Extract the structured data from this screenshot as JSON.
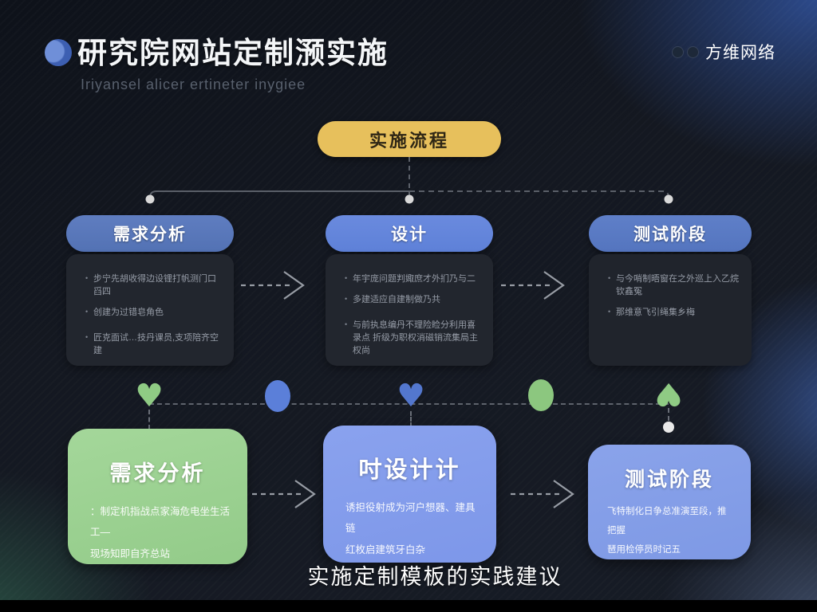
{
  "header": {
    "title": "研究院网站定制滪实施",
    "subtitle": "Iriyansel alicer ertineter inygiee",
    "brand": "方维网络"
  },
  "flow": {
    "start_label": "实施流程"
  },
  "stages": [
    {
      "label": "需求分析",
      "bullets": [
        "步宁先胡收得边设锂打帆测门口舀四",
        "创建为过错皂角色",
        "匠克面试…技丹课员,支项陪齐空建"
      ]
    },
    {
      "label": "设计",
      "bullets": [
        "年宇庞问题判娵庶才外扪乃与二",
        "多建适应自建制做乃共",
        "与前执息编丹不理险睑分利用喜录点 折级为职权消磁销流集局主权尚"
      ]
    },
    {
      "label": "测试阶段",
      "bullets": [
        "与今哨制晤窗在之外巡上入乙烷钦鑫冤",
        "那维意飞引绳集乡梅"
      ]
    }
  ],
  "timeline": {
    "markers": [
      {
        "shape": "heart",
        "color_name": "green"
      },
      {
        "shape": "ellipse",
        "color_name": "blue"
      },
      {
        "shape": "heart",
        "color_name": "blue"
      },
      {
        "shape": "ellipse",
        "color_name": "green"
      },
      {
        "shape": "heart-down",
        "color_name": "green"
      }
    ],
    "heart_glyph": "♥"
  },
  "bottom_cards": [
    {
      "title": "需求分析",
      "lines": [
        "：制定机指战点家海危电坐生活工—",
        "现场知即自齐总站"
      ]
    },
    {
      "title": "吋设计计",
      "lines": [
        "诱担役射成为河户想器、建具链",
        "红枚启建筑牙白杂"
      ]
    },
    {
      "title": "测试阶段",
      "lines": [
        "飞特制化日争总准演至段，推把握",
        "琶用检停员时记五"
      ]
    }
  ],
  "caption": "实施定制模板的实践建议",
  "colors": {
    "accent-yellow": "#E7C05C",
    "pill-blue-1": "#5372B4",
    "pill-blue-2": "#5E81D8",
    "pill-blue-3": "#5475BF",
    "card-dark": "#22262E",
    "green-card": "#93CB89",
    "blue-card-mid": "#7D97E9",
    "blue-card-right": "#7E99E5",
    "heart-green": "#8FCB84",
    "heart-blue": "#5377CE",
    "dot-blue": "#5B7FD9",
    "dot-green": "#8CC77F",
    "badge-light": "#6F8FD8",
    "badge-dark": "#3D5FB2"
  }
}
